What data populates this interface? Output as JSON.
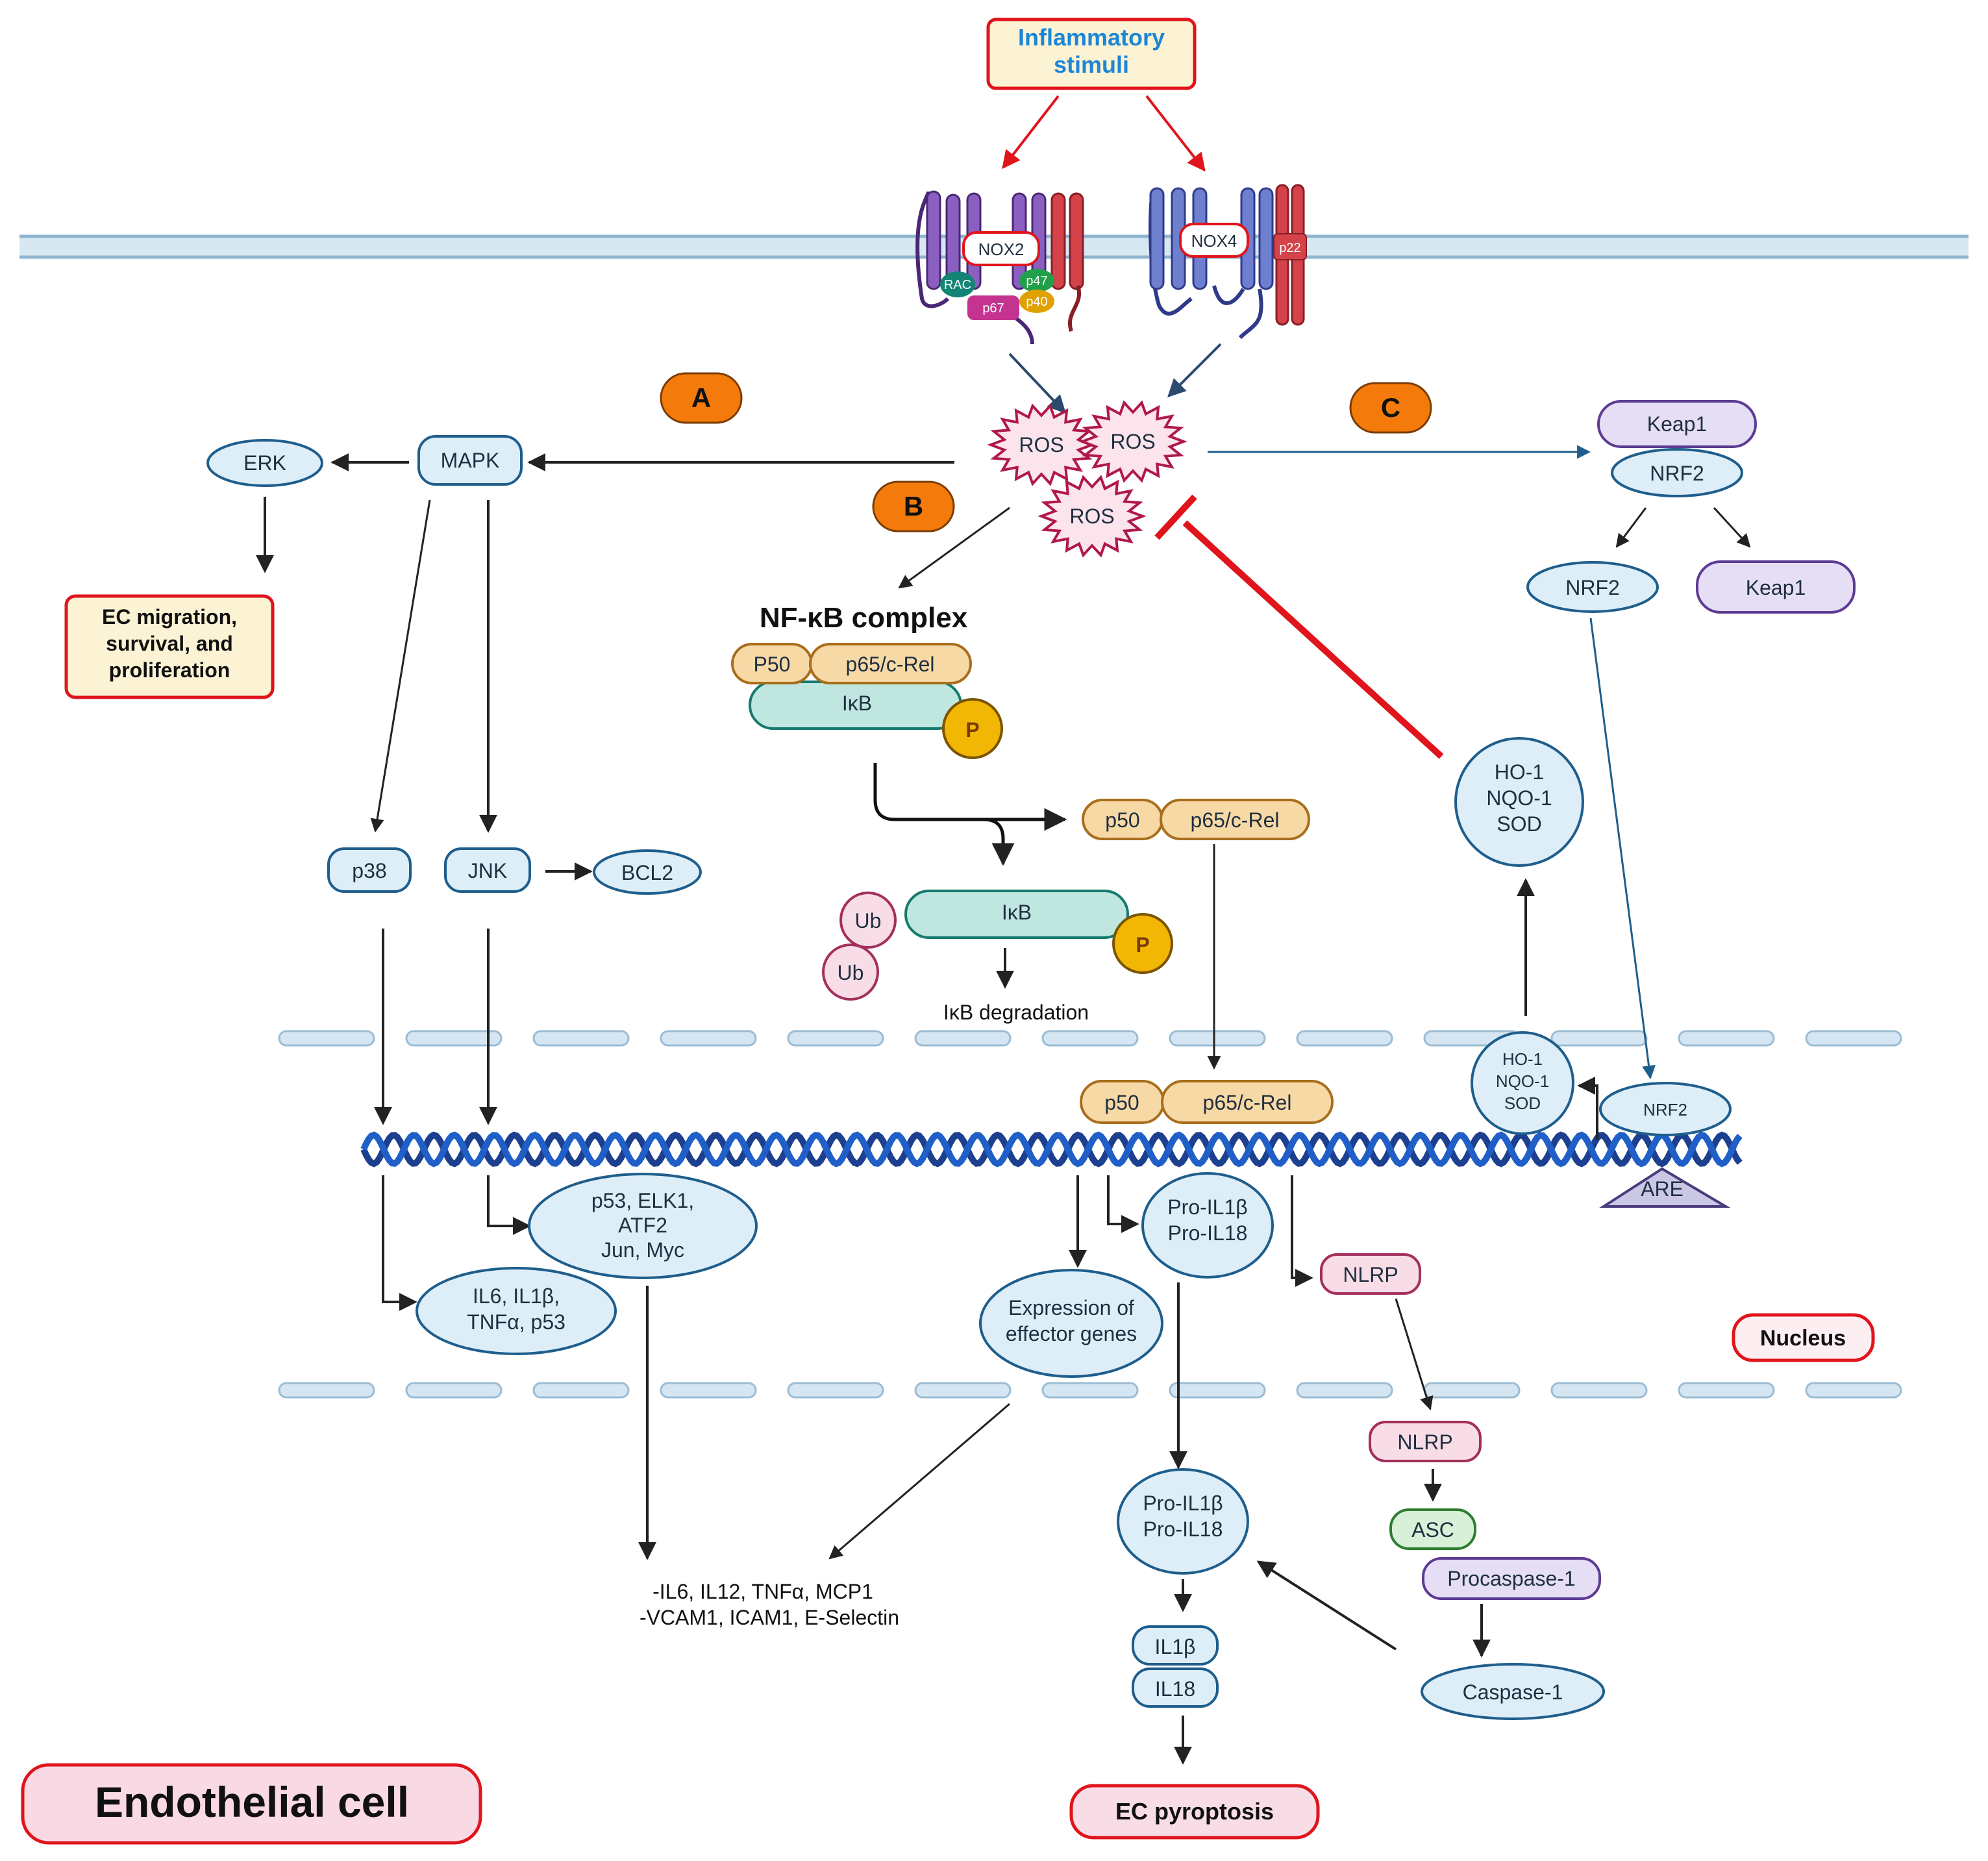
{
  "stimulus": {
    "line1": "Inflammatory",
    "line2": "stimuli"
  },
  "nox": {
    "nox2": "NOX2",
    "nox4": "NOX4",
    "rac": "RAC",
    "p47": "p47",
    "p67": "p67",
    "p40": "p40",
    "p22": "p22"
  },
  "ros": {
    "label": "ROS"
  },
  "pathways": {
    "a": "A",
    "b": "B",
    "c": "C"
  },
  "mapk_branch": {
    "mapk": "MAPK",
    "erk": "ERK",
    "p38": "p38",
    "jnk": "JNK",
    "bcl2": "BCL2",
    "outcome": [
      "EC migration,",
      "survival, and",
      "proliferation"
    ],
    "tf_targets": [
      "p53, ELK1,",
      "ATF2",
      "Jun, Myc"
    ],
    "cytokines": [
      "IL6, IL1β,",
      "TNFα, p53"
    ]
  },
  "nfkb_branch": {
    "title": "NF-κB complex",
    "p50_upper": "P50",
    "p50": "p50",
    "p65": "p65/c-Rel",
    "ikb": "IκB",
    "phospho": "P",
    "ub": "Ub",
    "degradation": "IκB degradation",
    "effector": [
      "Expression of",
      "effector genes"
    ],
    "pro_il": [
      "Pro-IL1β",
      "Pro-IL18"
    ],
    "mediators": [
      "-IL6, IL12, TNFα, MCP1",
      "-VCAM1, ICAM1, E-Selectin"
    ]
  },
  "nrf2_branch": {
    "keap1": "Keap1",
    "nrf2": "NRF2",
    "are": "ARE",
    "enzymes": [
      "HO-1",
      "NQO-1",
      "SOD"
    ]
  },
  "inflammasome": {
    "nlrp": "NLRP",
    "asc": "ASC",
    "procaspase": "Procaspase-1",
    "caspase": "Caspase-1",
    "il1b": "IL1β",
    "il18": "IL18",
    "pyroptosis": "EC pyroptosis"
  },
  "labels": {
    "nucleus": "Nucleus",
    "cell": "Endothelial cell"
  },
  "colors": {
    "node_fill": "#ddeef9",
    "node_stroke": "#1f5e8c",
    "red": "#e0141b",
    "orange": "#f47a0b",
    "nfkb_fill": "#f7d9a6",
    "nfkb_stroke": "#a96e1c",
    "ikb_fill": "#bfe7e0",
    "ikb_stroke": "#157a6e",
    "purple_fill": "#e6def5",
    "purple_stroke": "#5c3b94",
    "pink_fill": "#f8dde7",
    "pink_stroke": "#a3305c"
  }
}
